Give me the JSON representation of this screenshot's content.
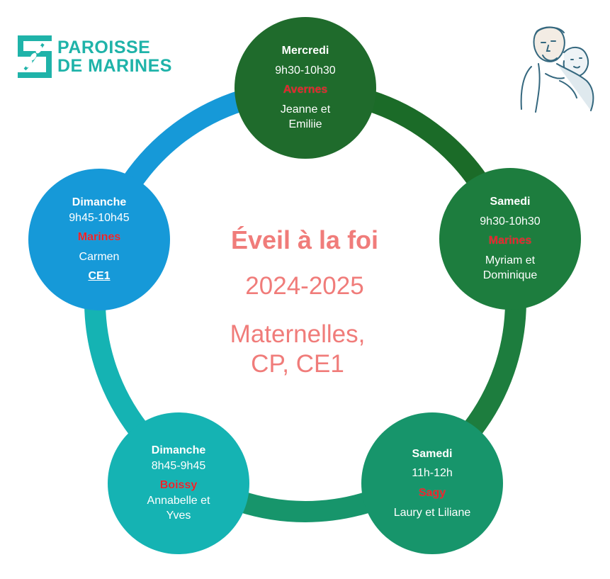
{
  "logo": {
    "line1": "PAROISSE",
    "line2": "DE MARINES",
    "color": "#1fb3a9"
  },
  "illustration": {
    "icon": "jesus-with-child-illustration"
  },
  "center": {
    "title": "Éveil à la foi",
    "year": "2024-2025",
    "levels_line1": "Maternelles,",
    "levels_line2": "CP, CE1",
    "color": "#f07c7a"
  },
  "sessions": [
    {
      "day": "Mercredi",
      "time": "9h30-10h30",
      "place": "Avernes",
      "leaders_line1": "Jeanne et",
      "leaders_line2": "Emiliie",
      "color": "#1f6b2c"
    },
    {
      "day": "Samedi",
      "time": "9h30-10h30",
      "place": "Marines",
      "leaders_line1": "Myriam et",
      "leaders_line2": "Dominique",
      "color": "#1d7d3e"
    },
    {
      "day": "Samedi",
      "time": "11h-12h",
      "place": "Sagy",
      "leaders_line1": "Laury et Liliane",
      "color": "#17956b"
    },
    {
      "day": "Dimanche",
      "time": "8h45-9h45",
      "place": "Boissy",
      "leaders_line1": "Annabelle et",
      "leaders_line2": "Yves",
      "color": "#15b3b3"
    },
    {
      "day": "Dimanche",
      "time": "9h45-10h45",
      "place": "Marines",
      "leaders_line1": "Carmen",
      "level": "CE1",
      "color": "#1699d8"
    }
  ],
  "ring_colors": [
    "#1b6b28",
    "#1d7d3e",
    "#17956b",
    "#15b3b3",
    "#1699d8"
  ]
}
